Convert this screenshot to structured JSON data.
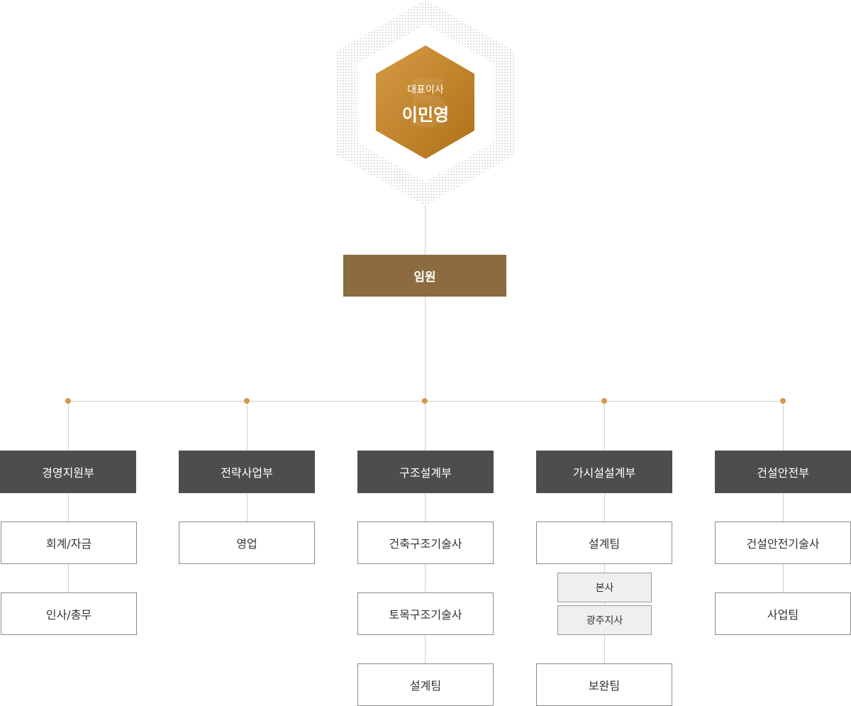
{
  "ceo": {
    "title": "대표이사",
    "name": "이민영"
  },
  "executive": "임원",
  "departments": [
    {
      "name": "경영지원부",
      "teams": [
        "회계/자금",
        "인사/총무"
      ]
    },
    {
      "name": "전략사업부",
      "teams": [
        "영업"
      ]
    },
    {
      "name": "구조설계부",
      "teams": [
        "건축구조기술사",
        "토목구조기술사",
        "설계팀"
      ]
    },
    {
      "name": "가시설설계부",
      "teams": [
        "설계팀",
        "보완팀"
      ],
      "subunits": [
        "본사",
        "광주지사"
      ]
    },
    {
      "name": "건설안전부",
      "teams": [
        "건설안전기술사",
        "사업팀"
      ]
    }
  ],
  "colors": {
    "ceo_gradient_start": "#d49a43",
    "ceo_gradient_end": "#ae7119",
    "executive": "#8b6b3f",
    "department": "#4d4d4d",
    "connector_dot": "#d29a4a"
  }
}
